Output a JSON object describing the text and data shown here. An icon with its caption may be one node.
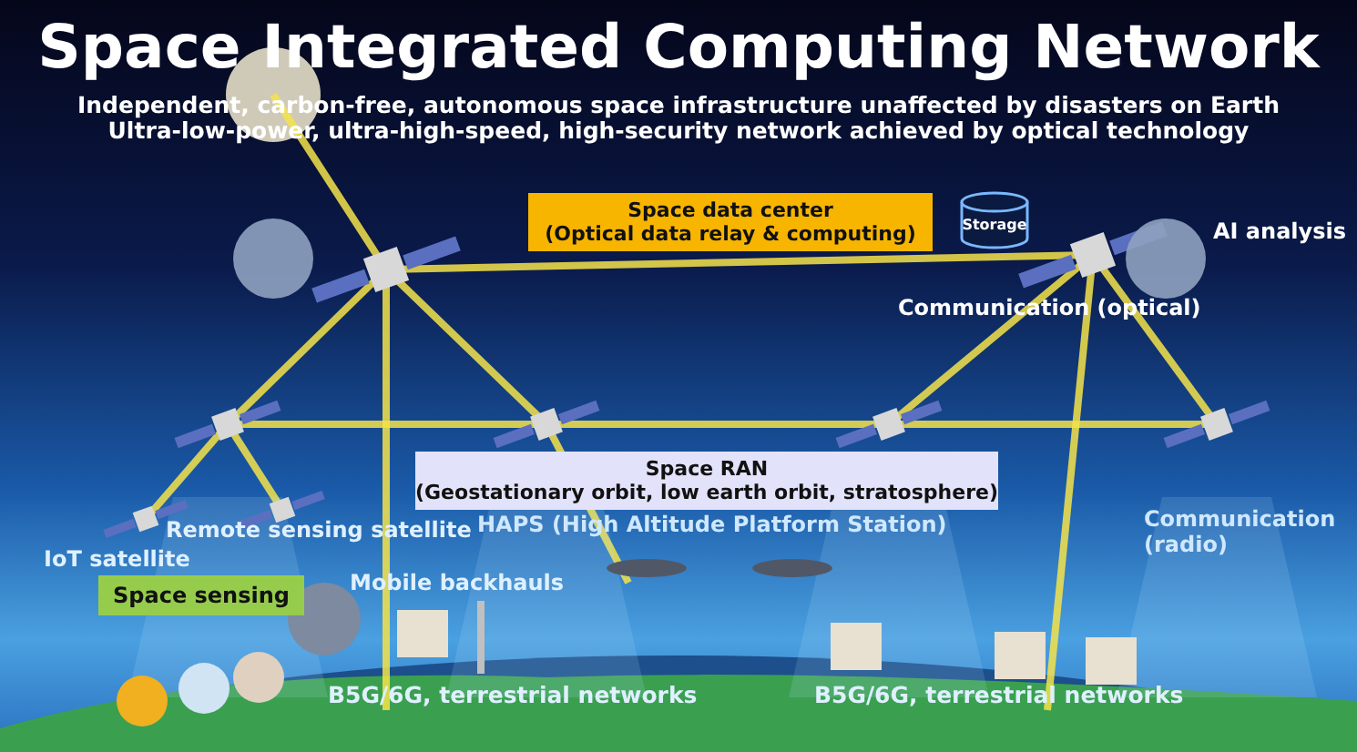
{
  "diagram": {
    "title": "Space Integrated Computing Network",
    "nodes": [
      {
        "text": [
          "Space data center",
          "(Optical data relay & computing)"
        ]
      },
      {
        "text": [
          "Storage"
        ]
      },
      {
        "text": [
          "Space RAN",
          "(Geostationary orbit, low earth orbit, stratosphere)"
        ]
      },
      {
        "text": [
          "Space sensing"
        ]
      }
    ],
    "labels": [
      "Independent, carbon-free, autonomous space infrastructure unaffected by disasters on Earth",
      "Ultra-low-power, ultra-high-speed, high-security network achieved by optical technology",
      "AI analysis",
      "Communication (optical)",
      "Remote sensing satellite",
      "HAPS (High Altitude Platform Station)",
      "IoT satellite",
      "Communication (radio)",
      "Mobile backhauls",
      "B5G/6G, terrestrial networks",
      "B5G/6G, terrestrial networks"
    ]
  }
}
